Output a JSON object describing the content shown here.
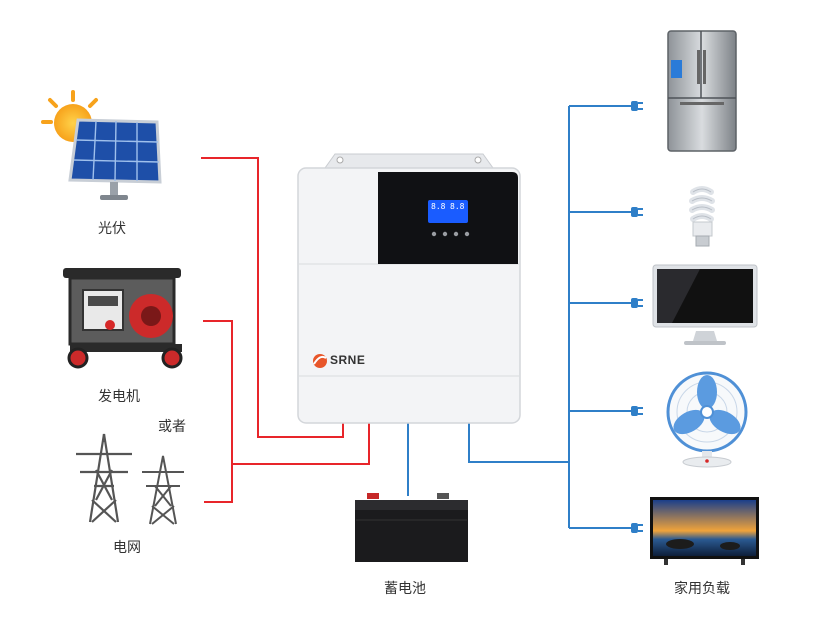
{
  "labels": {
    "solar": "光伏",
    "generator": "发电机",
    "or": "或者",
    "grid": "电网",
    "battery": "蓄电池",
    "loads": "家用负载"
  },
  "inverter": {
    "brand": "SRNE",
    "lcd_line1": "8.8",
    "lcd_line2": "8.8"
  },
  "colors": {
    "input_line": "#e8252a",
    "output_line": "#2f7fc8",
    "lcd": "#1a5cff",
    "brand": "#e8562a"
  },
  "icons": [
    "sun-icon",
    "solar-panel-icon",
    "generator-icon",
    "transmission-tower-icon",
    "battery-icon",
    "refrigerator-icon",
    "light-bulb-icon",
    "monitor-icon",
    "fan-icon",
    "television-icon",
    "plug-icon"
  ]
}
